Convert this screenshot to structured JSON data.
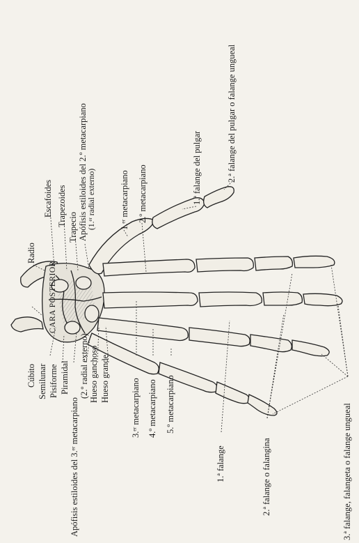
{
  "diagram": {
    "title": "CARA POSTERIOR",
    "labels": {
      "cubito": "Cúbito",
      "radio": "Radio",
      "semilunar": "Semilunar",
      "escafoides": "Escafoides",
      "pisiforme": "Pisiforme",
      "trapezoides": "Trapezoides",
      "piramidal": "Piramidal",
      "trapecio": "Trapecio",
      "apofisis_3": "Apófisis estiloides del 3.ᵉʳ metacarpiano",
      "apofisis_3_sub": "(2.º radial externo)",
      "apofisis_2": "Apófisis estiloides del 2.º metacarpiano",
      "apofisis_2_sub": "(1.ᵉʳ radial externo)",
      "hueso_ganchoso": "Hueso ganchoso",
      "hueso_grande": "Hueso grande",
      "metacarpiano_1": "1.ᵉʳ metacarpiano",
      "metacarpiano_2": "2.º metacarpiano",
      "metacarpiano_3": "3.ᵉʳ metacarpiano",
      "metacarpiano_4": "4.º metacarpiano",
      "metacarpiano_5": "5.º metacarpiano",
      "falange_1_pulgar": "1.ª falange del pulgar",
      "falange_2_pulgar": "2.ª falange del pulgar o falange ungueal",
      "falange_1": "1.ª falange",
      "falange_2": "2.ª falange o falangina",
      "falange_3": "3.ª falange, falangeta o falange ungueal"
    }
  }
}
